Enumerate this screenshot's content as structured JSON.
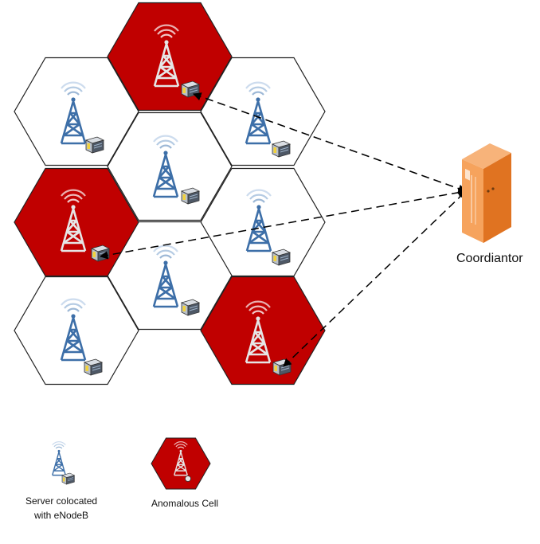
{
  "coordinator": {
    "label": "Coordiantor",
    "icon": "server-tower-icon"
  },
  "cells": [
    {
      "id": "top-center",
      "anomalous": true
    },
    {
      "id": "upper-left",
      "anomalous": false
    },
    {
      "id": "upper-right",
      "anomalous": false
    },
    {
      "id": "center",
      "anomalous": false
    },
    {
      "id": "middle-left",
      "anomalous": true
    },
    {
      "id": "middle-right",
      "anomalous": false
    },
    {
      "id": "lower-center",
      "anomalous": false
    },
    {
      "id": "lower-left",
      "anomalous": false
    },
    {
      "id": "lower-right",
      "anomalous": true
    }
  ],
  "legend": {
    "server_line1": "Server colocated",
    "server_line2": "with eNodeB",
    "anomalous_label": "Anomalous Cell"
  },
  "colors": {
    "anomalous_fill": "#c00000",
    "normal_fill": "#ffffff",
    "tower_normal": "#3d6fa8",
    "tower_anomalous": "#e6e6e6",
    "server_orange": "#f08a3a"
  }
}
